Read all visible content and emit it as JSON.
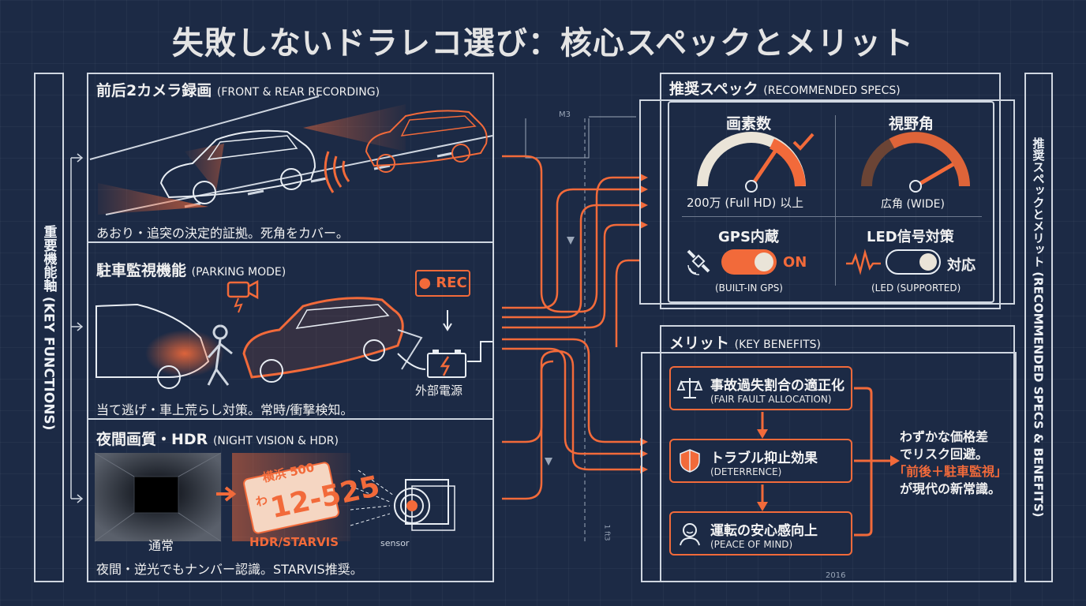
{
  "title": "失敗しないドラレコ選び：核心スペックとメリット",
  "left_label": "重要機能軸 (KEY FUNCTIONS)",
  "right_label": "推奨スペックとメリット (RECOMMENDED SPECS & BENEFITS)",
  "functions": {
    "front_rear": {
      "heading": "前后2カメラ録画",
      "heading_en": "(FRONT & REAR RECORDING)",
      "caption": "あおり・追突の決定的証拠。死角をカバー。"
    },
    "parking": {
      "heading": "駐車監視機能",
      "heading_en": "(PARKING MODE)",
      "rec_label": "● REC",
      "power_label": "外部電源",
      "caption": "当て逃げ・車上荒らし対策。常時/衝撃検知。"
    },
    "night": {
      "heading": "夜間画質・HDR",
      "heading_en": "(NIGHT VISION & HDR)",
      "normal_label": "通常",
      "hdr_label": "HDR/STARVIS",
      "plate_top": "横浜 500",
      "plate_main": "12-525",
      "plate_kana": "わ",
      "sensor_label": "sensor",
      "caption": "夜間・逆光でもナンバー認識。STARVIS推奨。"
    }
  },
  "specs": {
    "heading": "推奨スペック",
    "heading_en": "(RECOMMENDED SPECS)",
    "pixels": {
      "label": "画素数",
      "value": "200万 (Full HD) 以上"
    },
    "fov": {
      "label": "視野角",
      "value": "広角 (WIDE)"
    },
    "gps": {
      "label": "GPS内蔵",
      "toggle": "ON",
      "sub": "(BUILT-IN GPS)"
    },
    "led": {
      "label": "LED信号対策",
      "toggle": "対応",
      "sub": "(LED (SUPPORTED)"
    }
  },
  "benefits": {
    "heading": "メリット",
    "heading_en": "(KEY BENEFITS)",
    "items": [
      {
        "title": "事故過失割合の適正化",
        "sub": "(FAIR FAULT ALLOCATION)"
      },
      {
        "title": "トラブル抑止効果",
        "sub": "(DETERRENCE)"
      },
      {
        "title": "運転の安心感向上",
        "sub": "(PEACE OF MIND)"
      }
    ],
    "summary": {
      "line1": "わずかな価格差",
      "line2": "でリスク回避。",
      "line3": "「前後＋駐車監視」",
      "line4": "が現代の新常識。"
    }
  },
  "annotations": {
    "m3": "M3",
    "year": "2016",
    "side": "1 ft3"
  },
  "colors": {
    "background": "#1c2a45",
    "accent": "#f26a3a",
    "line": "#cfd6e0"
  }
}
